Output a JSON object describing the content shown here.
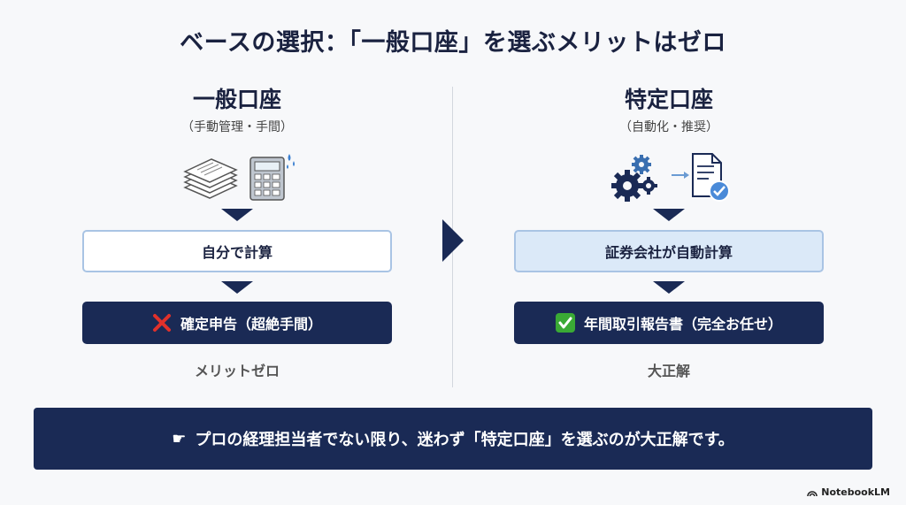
{
  "title": "ベースの選択：「一般口座」を選ぶメリットはゼロ",
  "left": {
    "heading": "一般口座",
    "subheading": "（手動管理・手間）",
    "step1": "自分で計算",
    "step2": "確定申告（超絶手間）",
    "verdict": "メリットゼロ",
    "icons": [
      "paper-stack-icon",
      "calculator-icon"
    ],
    "mark_icon": "cross-mark-icon"
  },
  "right": {
    "heading": "特定口座",
    "subheading": "（自動化・推奨）",
    "step1": "証券会社が自動計算",
    "step2": "年間取引報告書（完全お任せ）",
    "verdict": "大正解",
    "icons": [
      "gears-icon",
      "document-check-icon"
    ],
    "mark_icon": "check-mark-icon"
  },
  "banner": {
    "icon": "pointing-hand-icon",
    "text": "プロの経理担当者でない限り、迷わず「特定口座」を選ぶのが大正解です。"
  },
  "brand": "NotebookLM",
  "colors": {
    "navy": "#1a2a55",
    "light_blue": "#dbe9f8",
    "border_blue": "#a9c4e4",
    "red": "#e0312b",
    "green": "#3aaa35"
  }
}
